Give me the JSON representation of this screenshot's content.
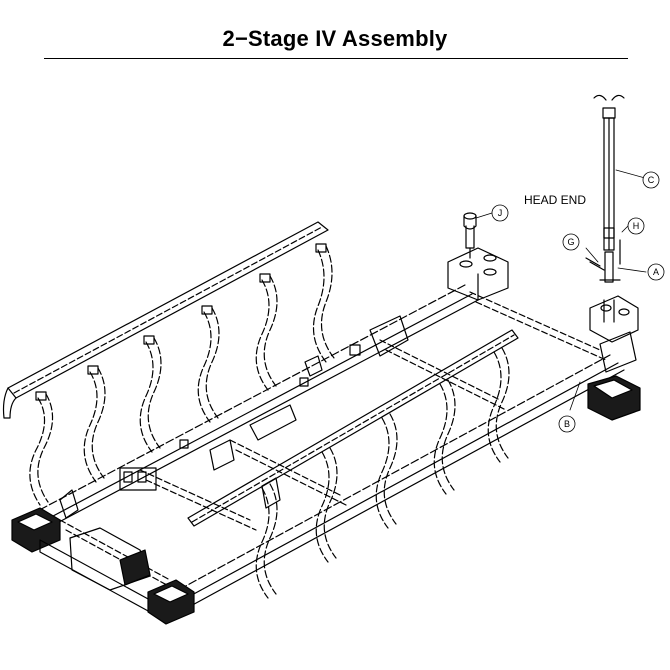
{
  "page": {
    "title": "2−Stage IV Assembly",
    "head_end_label": "HEAD END"
  },
  "callouts": {
    "a": "A",
    "b": "B",
    "c": "C",
    "g": "G",
    "h": "H",
    "j": "J"
  },
  "colors": {
    "line": "#000000",
    "background": "#ffffff",
    "bumper_fill": "#1a1a1a"
  }
}
